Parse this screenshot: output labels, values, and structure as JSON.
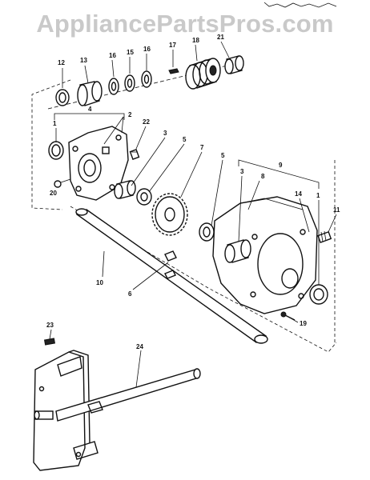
{
  "watermark": "AppliancePartsPros.com",
  "callouts": [
    {
      "id": "c12",
      "text": "12"
    },
    {
      "id": "c13",
      "text": "13"
    },
    {
      "id": "c16a",
      "text": "16"
    },
    {
      "id": "c15",
      "text": "15"
    },
    {
      "id": "c16b",
      "text": "16"
    },
    {
      "id": "c17",
      "text": "17"
    },
    {
      "id": "c18",
      "text": "18"
    },
    {
      "id": "c21",
      "text": "21"
    },
    {
      "id": "c4",
      "text": "4"
    },
    {
      "id": "c2",
      "text": "2"
    },
    {
      "id": "c1a",
      "text": "1"
    },
    {
      "id": "c22",
      "text": "22"
    },
    {
      "id": "c3a",
      "text": "3"
    },
    {
      "id": "c5a",
      "text": "5"
    },
    {
      "id": "c7",
      "text": "7"
    },
    {
      "id": "c5b",
      "text": "5"
    },
    {
      "id": "c3b",
      "text": "3"
    },
    {
      "id": "c8",
      "text": "8"
    },
    {
      "id": "c9",
      "text": "9"
    },
    {
      "id": "c14",
      "text": "14"
    },
    {
      "id": "c1b",
      "text": "1"
    },
    {
      "id": "c11",
      "text": "11"
    },
    {
      "id": "c20",
      "text": "20"
    },
    {
      "id": "c10",
      "text": "10"
    },
    {
      "id": "c6",
      "text": "6"
    },
    {
      "id": "c19",
      "text": "19"
    },
    {
      "id": "c23",
      "text": "23"
    },
    {
      "id": "c24",
      "text": "24"
    }
  ]
}
